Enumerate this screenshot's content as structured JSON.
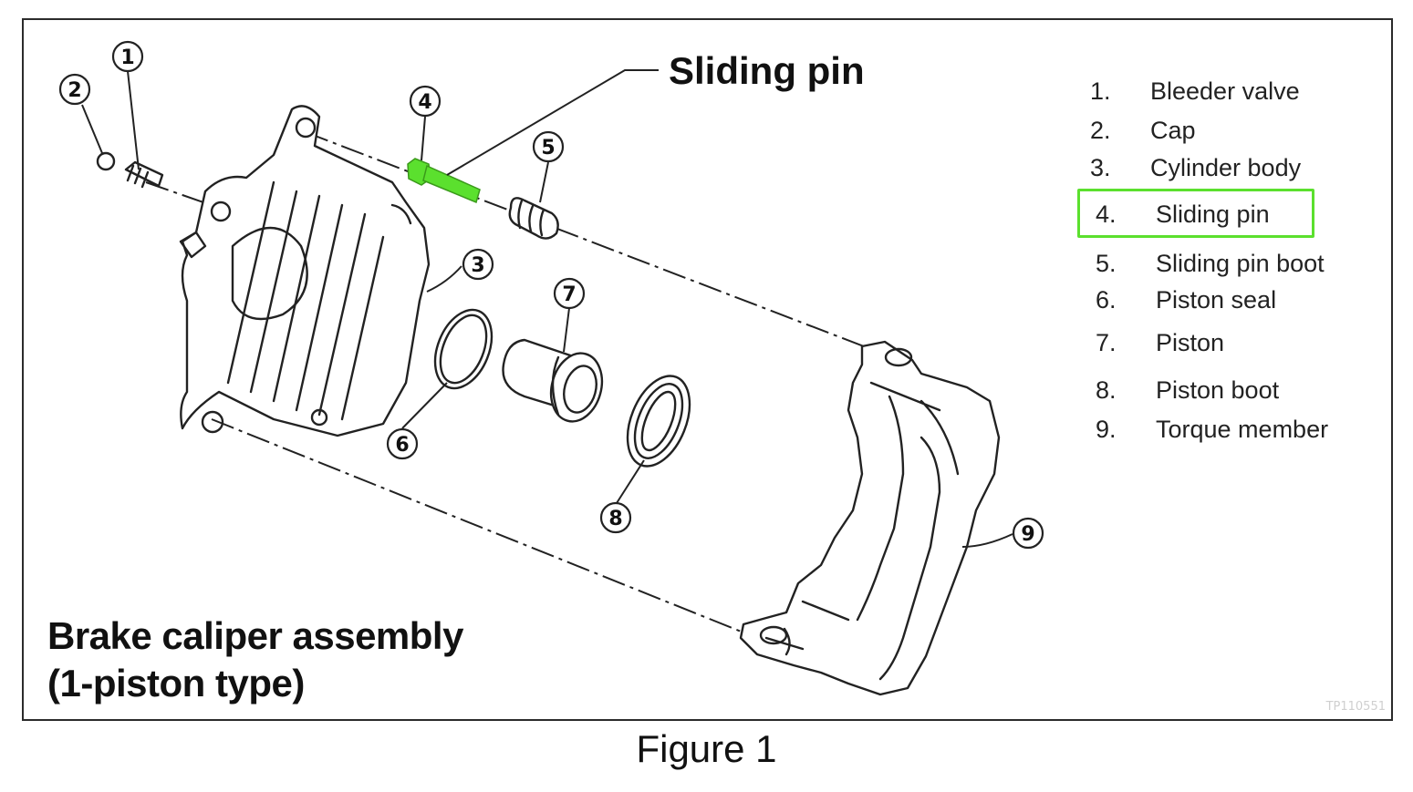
{
  "callout": {
    "label": "Sliding pin",
    "color": "#5be02e"
  },
  "diagram_numbers": [
    "1",
    "2",
    "3",
    "4",
    "5",
    "6",
    "7",
    "8",
    "9"
  ],
  "legend": {
    "items": [
      {
        "num": "1.",
        "label": "Bleeder valve"
      },
      {
        "num": "2.",
        "label": "Cap"
      },
      {
        "num": "3.",
        "label": "Cylinder body"
      },
      {
        "num": "4.",
        "label": "Sliding pin",
        "highlighted": true
      },
      {
        "num": "5.",
        "label": "Sliding pin boot"
      },
      {
        "num": "6.",
        "label": "Piston seal"
      },
      {
        "num": "7.",
        "label": "Piston"
      },
      {
        "num": "8.",
        "label": "Piston boot"
      },
      {
        "num": "9.",
        "label": "Torque member"
      }
    ]
  },
  "title": {
    "line1": "Brake caliper assembly",
    "line2": "(1-piston type)"
  },
  "watermark": "TP110551",
  "caption": "Figure 1"
}
